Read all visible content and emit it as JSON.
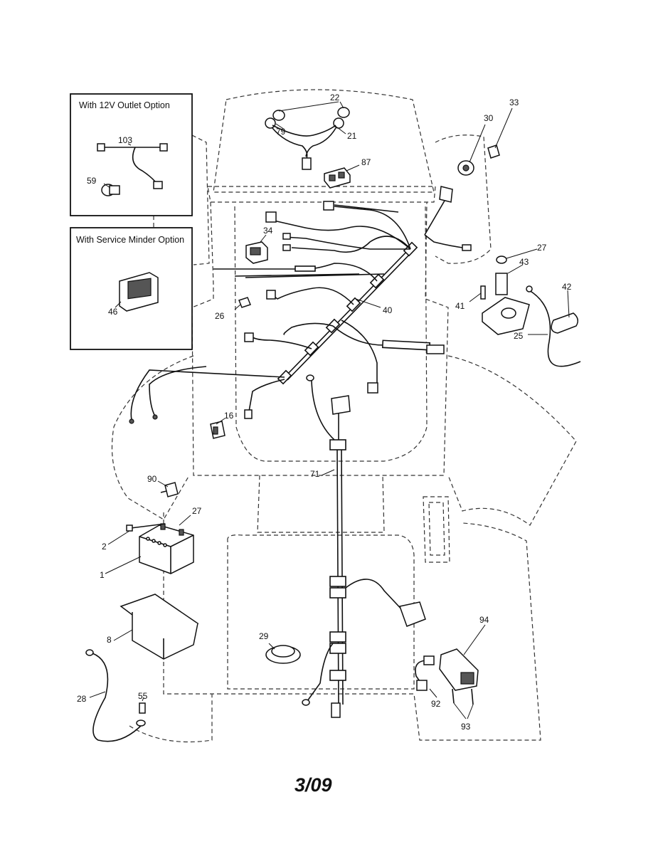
{
  "diagram": {
    "inset_boxes": [
      {
        "key": "outlet",
        "title": "With 12V Outlet Option"
      },
      {
        "key": "minder",
        "title": "With Service Minder Option"
      }
    ],
    "part_labels": {
      "p1": "1",
      "p2": "2",
      "p8": "8",
      "p16": "16",
      "p21": "21",
      "p22": "22",
      "p25": "25",
      "p26": "26",
      "p27a": "27",
      "p27b": "27",
      "p28": "28",
      "p29": "29",
      "p30": "30",
      "p33": "33",
      "p34": "34",
      "p40": "40",
      "p41": "41",
      "p42": "42",
      "p43": "43",
      "p46": "46",
      "p55": "55",
      "p59": "59",
      "p71": "71",
      "p79": "79",
      "p87": "87",
      "p90": "90",
      "p92": "92",
      "p93": "93",
      "p94": "94",
      "p103": "103"
    },
    "footer_code": "3/09"
  }
}
